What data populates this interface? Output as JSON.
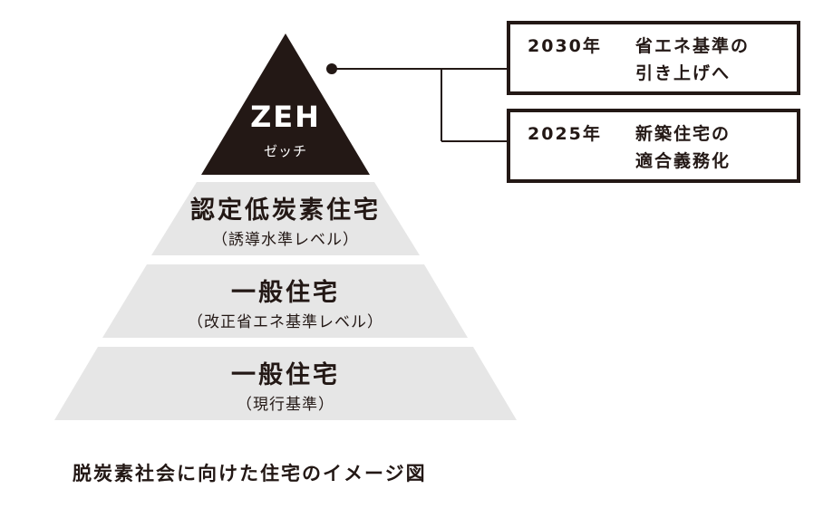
{
  "colors": {
    "apex": "#231815",
    "tier": "#e6e6e6",
    "text": "#231815",
    "apex_text": "#ffffff",
    "box_border": "#231815",
    "connector": "#231815"
  },
  "pyramid": {
    "apex": {
      "title": "ZEH",
      "subtitle": "ゼッチ"
    },
    "tiers": [
      {
        "title": "認定低炭素住宅",
        "subtitle": "（誘導水準レベル）"
      },
      {
        "title": "一般住宅",
        "subtitle": "（改正省エネ基準レベル）"
      },
      {
        "title": "一般住宅",
        "subtitle": "（現行基準）"
      }
    ]
  },
  "callouts": [
    {
      "year": "2030年",
      "line1": "省エネ基準の",
      "line2": "引き上げへ"
    },
    {
      "year": "2025年",
      "line1": "新築住宅の",
      "line2": "適合義務化"
    }
  ],
  "caption": "脱炭素社会に向けた住宅のイメージ図"
}
